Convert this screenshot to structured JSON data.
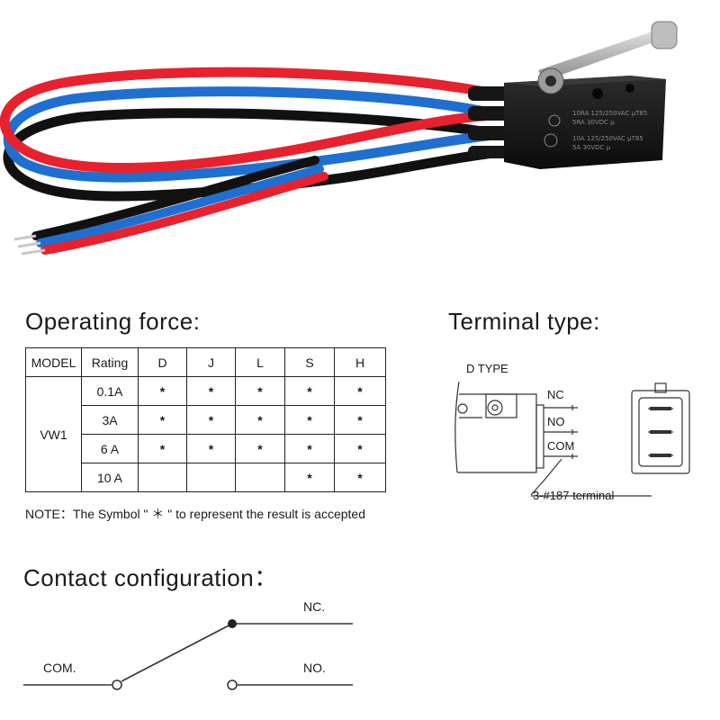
{
  "product_photo": {
    "marking_lines": [
      "10RA 125/250VAC μT85",
      "5RA 30VDC μ",
      "10A 125/250VAC μT85",
      "5A 30VDC μ"
    ],
    "wire_colors": [
      "#e8212e",
      "#1f6fd1",
      "#111111"
    ]
  },
  "operating_force": {
    "title": "Operating force:",
    "columns": [
      "MODEL",
      "Rating",
      "D",
      "J",
      "L",
      "S",
      "H"
    ],
    "model": "VW1",
    "rows": [
      {
        "rating": "0.1A",
        "cells": [
          "*",
          "*",
          "*",
          "*",
          "*"
        ]
      },
      {
        "rating": "3A",
        "cells": [
          "*",
          "*",
          "*",
          "*",
          "*"
        ]
      },
      {
        "rating": "6 A",
        "cells": [
          "*",
          "*",
          "*",
          "*",
          "*"
        ]
      },
      {
        "rating": "10 A",
        "cells": [
          "",
          "",
          "",
          "*",
          "*"
        ]
      }
    ],
    "note": "NOTE：The Symbol \" ＊ \" to represent the result is accepted"
  },
  "terminal_type": {
    "title": "Terminal type:",
    "type_label": "D TYPE",
    "terminals": [
      "NC",
      "NO",
      "COM"
    ],
    "callout": "3-#187 terminal"
  },
  "contact_configuration": {
    "title": "Contact configuration：",
    "labels": {
      "nc": "NC.",
      "com": "COM.",
      "no": "NO."
    }
  }
}
